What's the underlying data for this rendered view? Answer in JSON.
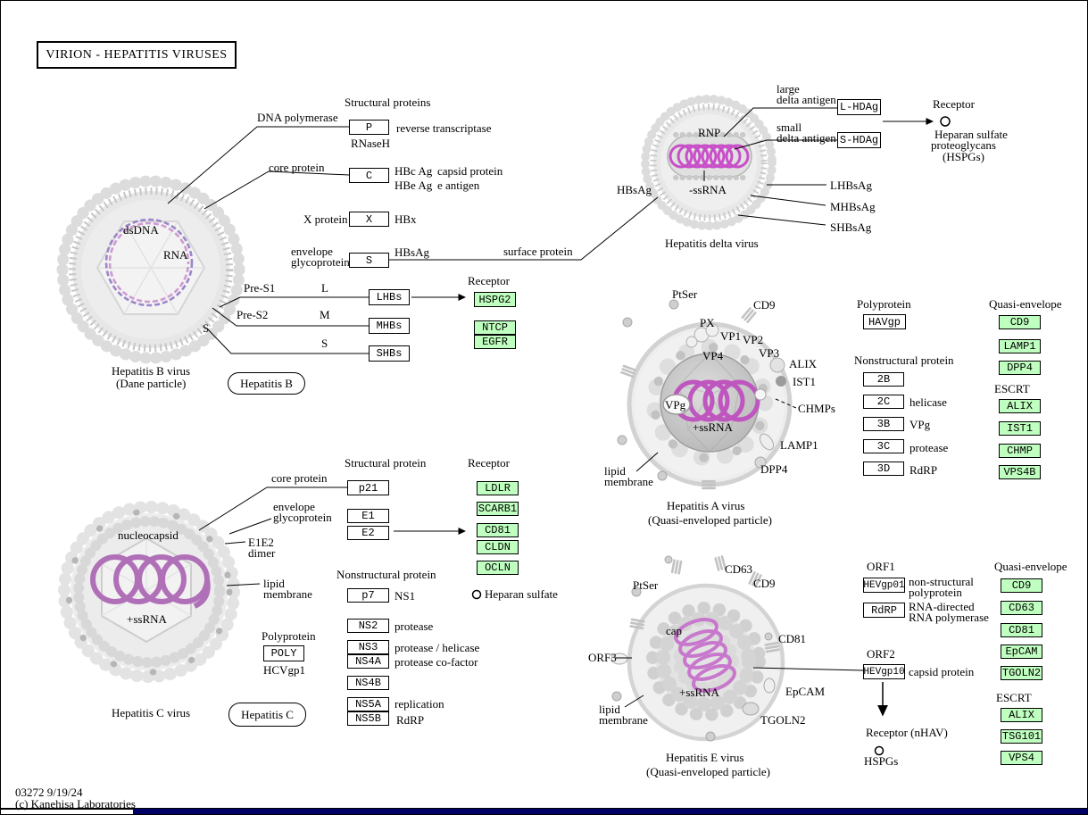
{
  "title": "VIRION  -  HEPATITIS VIRUSES",
  "footer": {
    "id_date": "03272 9/19/24",
    "copyright": "(c) Kanehisa Laboratories"
  },
  "colors": {
    "gene_green": "#BFFFBF",
    "coil_pink": "#C257C2",
    "navy_bar": "#000066"
  },
  "hep_b": {
    "heading_structural": "Structural proteins",
    "heading_receptor": "Receptor",
    "lbl_dna_polymerase": "DNA polymerase",
    "lbl_rnaseh": "RNaseH",
    "lbl_reverse_transcriptase": "reverse transcriptase",
    "lbl_core_protein": "core protein",
    "lbl_hbc_ag": "HBc Ag",
    "lbl_capsid_protein": "capsid protein",
    "lbl_hbe_ag": "HBe Ag",
    "lbl_e_antigen": "e antigen",
    "lbl_x_protein": "X protein",
    "lbl_hbx": "HBx",
    "lbl_envelope": "envelope",
    "lbl_glycoprotein": "glycoprotein",
    "lbl_hbsag": "HBsAg",
    "lbl_surface_protein": "surface protein",
    "lbl_pre_s1": "Pre-S1",
    "lbl_pre_s2": "Pre-S2",
    "lbl_l": "L",
    "lbl_m": "M",
    "lbl_s_col": "S",
    "lbl_s_virus": "S",
    "lbl_dsdna": "dsDNA",
    "lbl_rna": "RNA",
    "box_p": "P",
    "box_c": "C",
    "box_x": "X",
    "box_s": "S",
    "box_lhbs": "LHBs",
    "box_mhbs": "MHBs",
    "box_shbs": "SHBs",
    "rec_hspg2": "HSPG2",
    "rec_ntcp": "NTCP",
    "rec_egfr": "EGFR",
    "caption1": "Hepatitis B virus",
    "caption2": "(Dane particle)",
    "pill": "Hepatitis B"
  },
  "delta": {
    "lbl_hbsag": "HBsAg",
    "lbl_rnp": "RNP",
    "lbl_ssrna": "-ssRNA",
    "lbl_large": "large",
    "lbl_large2": "delta antigen",
    "lbl_small": "small",
    "lbl_small2": "delta antigen",
    "box_lhdag": "L-HDAg",
    "box_shdag": "S-HDAg",
    "heading_receptor": "Receptor",
    "lbl_heparan1": "Heparan sulfate",
    "lbl_heparan2": "proteoglycans",
    "lbl_heparan3": "(HSPGs)",
    "lbl_lhbsag": "LHBsAg",
    "lbl_mhbsag": "MHBsAg",
    "lbl_shbsag": "SHBsAg",
    "caption": "Hepatitis delta virus"
  },
  "hep_a": {
    "lbl_ptser": "PtSer",
    "lbl_cd9": "CD9",
    "lbl_px": "PX",
    "lbl_vp1": "VP1",
    "lbl_vp2": "VP2",
    "lbl_vp3": "VP3",
    "lbl_vp4": "VP4",
    "lbl_alix": "ALIX",
    "lbl_ist1": "IST1",
    "lbl_vpg": "VPg",
    "lbl_chmps": "CHMPs",
    "lbl_ssrna": "+ssRNA",
    "lbl_lamp1": "LAMP1",
    "lbl_dpp4": "DPP4",
    "lbl_lipid": "lipid",
    "lbl_membrane": "membrane",
    "caption1": "Hepatitis A virus",
    "caption2": "(Quasi-enveloped particle)",
    "heading_polyprotein": "Polyprotein",
    "box_havgp": "HAVgp",
    "heading_nonstructural": "Nonstructural protein",
    "box_2b": "2B",
    "box_2c": "2C",
    "lbl_helicase": "helicase",
    "box_3b": "3B",
    "lbl_vpg_side": "VPg",
    "box_3c": "3C",
    "lbl_protease": "protease",
    "box_3d": "3D",
    "lbl_rdrp": "RdRP",
    "heading_quasi": "Quasi-envelope",
    "rec_cd9": "CD9",
    "rec_lamp1": "LAMP1",
    "rec_dpp4": "DPP4",
    "heading_escrt": "ESCRT",
    "rec_alix": "ALIX",
    "rec_ist1": "IST1",
    "rec_chmp": "CHMP",
    "rec_vps4b": "VPS4B"
  },
  "hep_c": {
    "heading_structural": "Structural protein",
    "lbl_core_protein": "core protein",
    "box_p21": "p21",
    "lbl_envelope": "envelope",
    "lbl_glycoprotein": "glycoprotein",
    "box_e1": "E1",
    "box_e2": "E2",
    "lbl_e1e2": "E1E2",
    "lbl_dimer": "dimer",
    "lbl_nucleocapsid": "nucleocapsid",
    "lbl_ssrna": "+ssRNA",
    "lbl_lipid": "lipid",
    "lbl_membrane": "membrane",
    "heading_receptor": "Receptor",
    "rec_ldlr": "LDLR",
    "rec_scarb1": "SCARB1",
    "rec_cd81": "CD81",
    "rec_cldn": "CLDN",
    "rec_ocln": "OCLN",
    "lbl_heparan": "Heparan sulfate",
    "heading_nonstructural": "Nonstructural protein",
    "box_p7": "p7",
    "lbl_ns1": "NS1",
    "box_ns2": "NS2",
    "lbl_protease": "protease",
    "box_ns3": "NS3",
    "lbl_protease_helicase": "protease / helicase",
    "box_ns4a": "NS4A",
    "lbl_protease_cofactor": "protease co-factor",
    "box_ns4b": "NS4B",
    "box_ns5a": "NS5A",
    "lbl_replication": "replication",
    "box_ns5b": "NS5B",
    "lbl_rdrp": "RdRP",
    "heading_polyprotein": "Polyprotein",
    "box_poly": "POLY",
    "lbl_hcvgp1": "HCVgp1",
    "pill": "Hepatitis C",
    "caption": "Hepatitis C virus"
  },
  "hep_e": {
    "lbl_ptser": "PtSer",
    "lbl_cd63": "CD63",
    "lbl_cd9": "CD9",
    "lbl_cap": "cap",
    "lbl_cd81": "CD81",
    "lbl_orf3": "ORF3",
    "lbl_epcam": "EpCAM",
    "lbl_ssrna": "+ssRNA",
    "lbl_tgoln2": "TGOLN2",
    "lbl_lipid": "lipid",
    "lbl_membrane": "membrane",
    "caption1": "Hepatitis E virus",
    "caption2": "(Quasi-enveloped particle)",
    "heading_orf1": "ORF1",
    "box_hevgp01": "HEVgp01",
    "lbl_nonstructural1": "non-structural",
    "lbl_nonstructural2": "polyprotein",
    "box_rdrp": "RdRP",
    "lbl_rna_directed1": "RNA-directed",
    "lbl_rna_directed2": "RNA polymerase",
    "heading_orf2": "ORF2",
    "box_hevgp10": "HEVgp10",
    "lbl_capsid_protein": "capsid protein",
    "lbl_receptor_nhav": "Receptor (nHAV)",
    "lbl_hspgs": "HSPGs",
    "heading_quasi": "Quasi-envelope",
    "rec_cd9": "CD9",
    "rec_cd63": "CD63",
    "rec_cd81": "CD81",
    "rec_epcam": "EpCAM",
    "rec_tgoln2": "TGOLN2",
    "heading_escrt": "ESCRT",
    "rec_alix": "ALIX",
    "rec_tsg101": "TSG101",
    "rec_vps4": "VPS4"
  }
}
